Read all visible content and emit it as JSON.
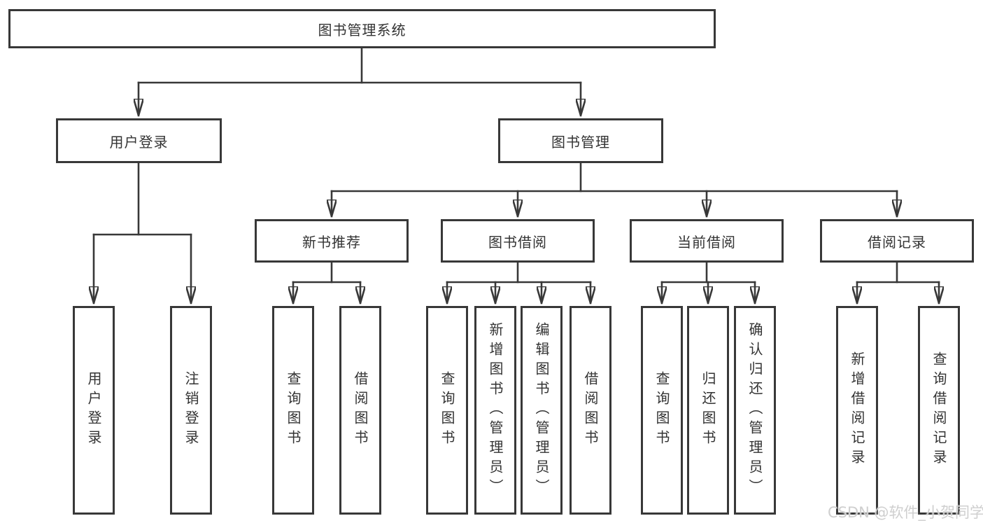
{
  "diagram": {
    "title_node": {
      "label": "图书管理系统"
    },
    "level2": [
      {
        "id": "user-login",
        "label": "用户登录"
      },
      {
        "id": "book-management",
        "label": "图书管理"
      }
    ],
    "level3": [
      {
        "id": "new-book-recommend",
        "label": "新书推荐"
      },
      {
        "id": "book-borrow",
        "label": "图书借阅"
      },
      {
        "id": "current-borrow",
        "label": "当前借阅"
      },
      {
        "id": "borrow-records",
        "label": "借阅记录"
      }
    ],
    "leaves": {
      "login": [
        {
          "label": "用户登录"
        },
        {
          "label": "注销登录"
        }
      ],
      "recommend": [
        {
          "label": "查询图书"
        },
        {
          "label": "借阅图书"
        }
      ],
      "borrow": [
        {
          "label": "查询图书"
        },
        {
          "label": "新增图书（管理员）"
        },
        {
          "label": "编辑图书（管理员）"
        },
        {
          "label": "借阅图书"
        }
      ],
      "current": [
        {
          "label": "查询图书"
        },
        {
          "label": "归还图书"
        },
        {
          "label": "确认归还（管理员）"
        }
      ],
      "records": [
        {
          "label": "新增借阅记录"
        },
        {
          "label": "查询借阅记录"
        }
      ]
    },
    "watermark": "CSDN @软件_小贺同学",
    "colors": {
      "line": "#383838",
      "border": "#383838",
      "text": "#333333",
      "background": "#ffffff",
      "watermark": "#cfcfcf"
    }
  }
}
